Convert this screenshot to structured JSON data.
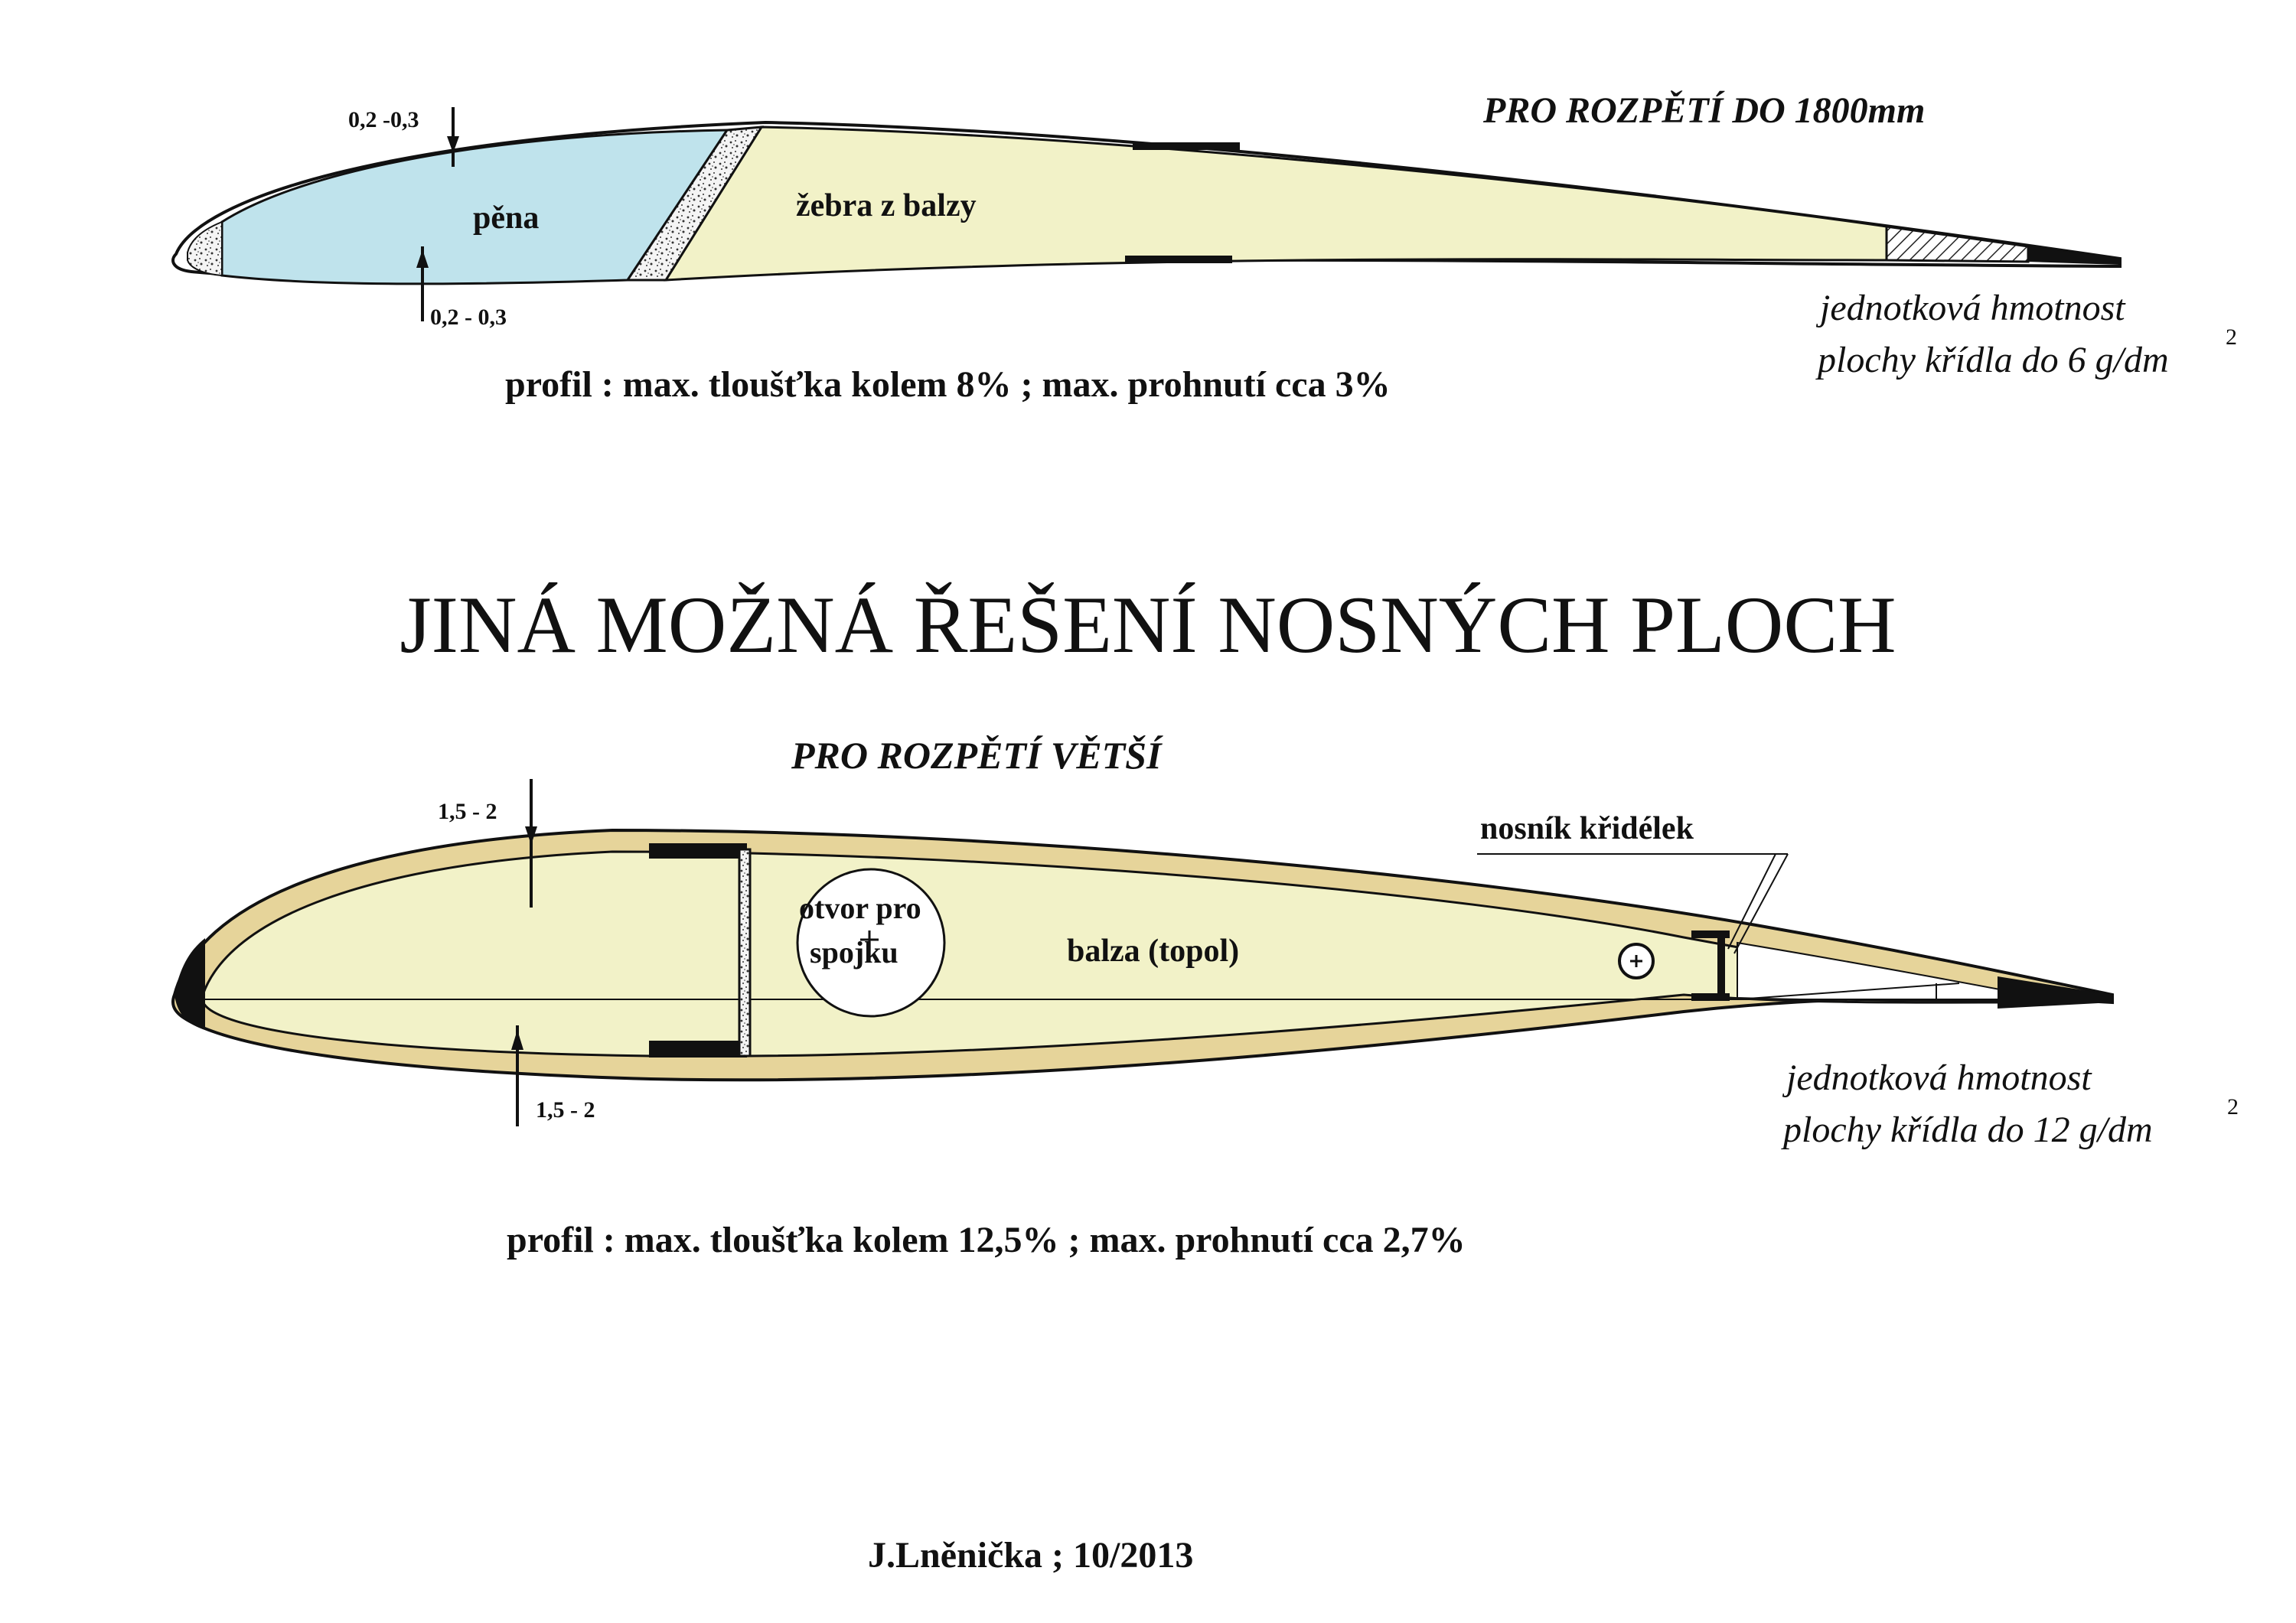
{
  "top_section": {
    "span_title": "PRO ROZPĚTÍ  DO  1800mm",
    "dim_top": "0,2 -0,3",
    "dim_bottom": "0,2 - 0,3",
    "foam_label": "pěna",
    "ribs_label": "žebra z balzy",
    "mass_line1": "jednotková hmotnost",
    "mass_line2": "plochy křídla do 6 g/dm",
    "mass_sup": "2",
    "profile_text": "profil : max. tloušťka kolem 8% ; max. prohnutí  cca 3%"
  },
  "main_title": "JINÁ  MOŽNÁ  ŘEŠENÍ  NOSNÝCH  PLOCH",
  "bottom_section": {
    "span_title": "PRO ROZPĚTÍ VĚTŠÍ",
    "dim_top": "1,5 - 2",
    "dim_bottom": "1,5 - 2",
    "hole_line1": "otvor pro",
    "hole_line2": "spojku",
    "balsa_label": "balza (topol)",
    "aileron_spar_label": "nosník křidélek",
    "mass_line1": "jednotková hmotnost",
    "mass_line2": "plochy křídla do 12 g/dm",
    "mass_sup": "2",
    "profile_text": "profil : max. tloušťka kolem  12,5% ; max. prohnutí cca 2,7%"
  },
  "author": "J.Lněnička ; 10/2013",
  "colors": {
    "foam": "#bfe3ec",
    "balsa": "#f2f2c8",
    "skin": "#e6d49a",
    "ink": "#111111"
  }
}
